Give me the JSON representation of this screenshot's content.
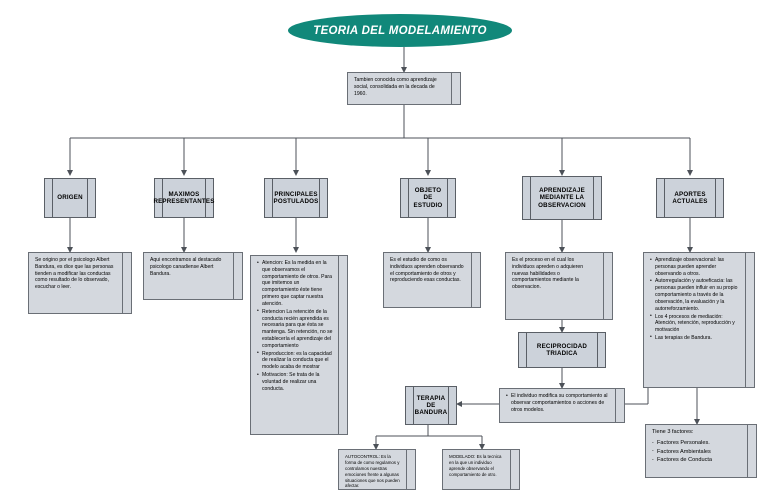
{
  "title": {
    "text": "TEORIA DEL MODELAMIENTO",
    "color": "#11887a"
  },
  "subtitle": {
    "text": "Tambien conocida como aprendizaje social, consolidada en la decada de 1960."
  },
  "branches": [
    {
      "id": "origen",
      "label": "ORIGEN"
    },
    {
      "id": "maximos",
      "label": "MAXIMOS REPRESENTANTES"
    },
    {
      "id": "postulados",
      "label": "PRINCIPALES POSTULADOS"
    },
    {
      "id": "objeto",
      "label": "OBJETO DE ESTUDIO"
    },
    {
      "id": "aprendizaje",
      "label": "APRENDIZAJE MEDIANTE LA OBSERVACION"
    },
    {
      "id": "aportes",
      "label": "APORTES ACTUALES"
    }
  ],
  "details": {
    "origen": "Se origino por el psicologo Albert Bandura, es dice que las personas tienden a modificar las conductas como resultado de lo observado, escuchar o leer.",
    "maximos": "Aqui encontramos al destacado psicologo canadiense Albert Bandura.",
    "postulados": [
      "Atencion: Es la medida en la que observamos el comportamiento de otros. Para que imitemos un comportamiento éste tiene primero que captar nuestra atención.",
      "Retencion La retención de la conducta recién aprendida es necesaria para que ésta se mantenga. Sin retención, no se establecería el aprendizaje del comportamiento",
      "Reproduccion: es la capacidad de realizar la conducta que el modelo acaba de mostrar",
      "Motivacion: Se trata de la voluntad de realizar una conducta."
    ],
    "objeto": "Es el estudio de como os individuos aprenden observando el comportamiento de otros y reproduciendo esas conductas.",
    "aprendizaje": "Es el proceso en el cual los individuos apreden o adquieren nuevas habilidades o comportamientos mediante la observacion.",
    "aportes": [
      "Aprendizaje observacional: las personas pueden aprender observando a otros.",
      "Autorregulación y autoeficacia: las personas pueden influir en su propio comportamiento a través de la observación, la evaluación y la autorreforzamiento.",
      "Los 4 procesos de mediación: Atención, retención, reproducción y motivación",
      "Las terapias de Bandura."
    ]
  },
  "reciprocidad": {
    "label": "RECIPROCIDAD TRIADICA"
  },
  "individuo": {
    "text": "El individuo modifica su comportamiento al observar comportamientos o acciones de otros modelos."
  },
  "terapia": {
    "label": "TERAPIA DE BANDURA"
  },
  "autocontrol": {
    "text": "AUTOCONTROL: Es la forma de como regulamos y controlamos nuestras emociones frente a algunas situaciones que nos pueden afectar."
  },
  "modelado": {
    "text": "MODELADO: Es la tecnica en la que un individuo aprende observando el comportamiento de otro."
  },
  "factores": {
    "heading": "Tiene 3 factores:",
    "items": [
      "Factores Personales.",
      "Factores Ambientales",
      "Factores de Conducta"
    ]
  }
}
